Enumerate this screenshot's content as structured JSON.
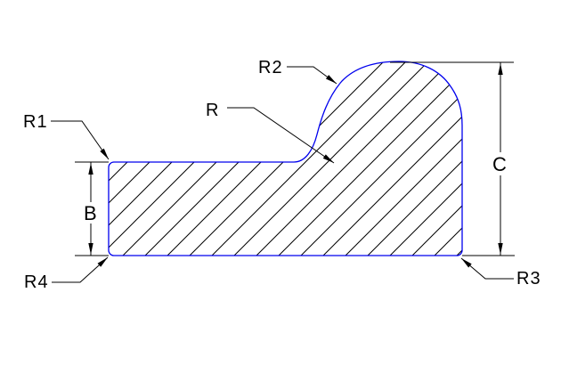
{
  "drawing": {
    "callouts": {
      "r1": "R1",
      "r2": "R2",
      "r": "R",
      "r3": "R3",
      "r4": "R4"
    },
    "dimensions": {
      "b": "B",
      "c": "C"
    },
    "colors": {
      "profile_outline": "#0000ee",
      "hatch_lines": "#000000",
      "annotations": "#000000",
      "background": "#ffffff"
    }
  }
}
